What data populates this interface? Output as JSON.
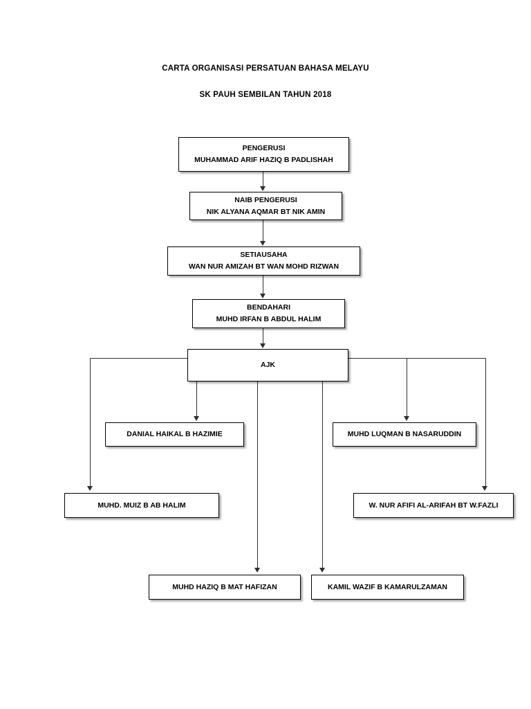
{
  "document": {
    "title_line_1": "CARTA ORGANISASI PERSATUAN BAHASA MELAYU",
    "title_line_2": "SK PAUH SEMBILAN TAHUN 2018"
  },
  "chart_data": {
    "type": "diagram",
    "title": "CARTA ORGANISASI PERSATUAN BAHASA MELAYU SK PAUH SEMBILAN TAHUN 2018",
    "orientation": "top-down",
    "nodes": [
      {
        "id": "pengerusi",
        "role": "PENGERUSI",
        "person": "MUHAMMAD ARIF HAZIQ B PADLISHAH"
      },
      {
        "id": "naib",
        "role": "NAIB PENGERUSI",
        "person": "NIK ALYANA AQMAR BT NIK AMIN"
      },
      {
        "id": "setiausaha",
        "role": "SETIAUSAHA",
        "person": "WAN NUR AMIZAH BT WAN MOHD RIZWAN"
      },
      {
        "id": "bendahari",
        "role": "BENDAHARI",
        "person": "MUHD IRFAN B ABDUL HALIM"
      },
      {
        "id": "ajk",
        "role": "AJK",
        "person": ""
      },
      {
        "id": "danial",
        "role": "",
        "person": "DANIAL HAIKAL B HAZIMIE"
      },
      {
        "id": "luqman",
        "role": "",
        "person": "MUHD LUQMAN B NASARUDDIN"
      },
      {
        "id": "muiz",
        "role": "",
        "person": "MUHD. MUIZ B AB HALIM"
      },
      {
        "id": "afifi",
        "role": "",
        "person": "W. NUR AFIFI AL-ARIFAH BT W.FAZLI"
      },
      {
        "id": "haziq",
        "role": "",
        "person": "MUHD HAZIQ B MAT HAFIZAN"
      },
      {
        "id": "kamil",
        "role": "",
        "person": "KAMIL WAZIF B KAMARULZAMAN"
      }
    ],
    "edges": [
      {
        "from": "pengerusi",
        "to": "naib"
      },
      {
        "from": "naib",
        "to": "setiausaha"
      },
      {
        "from": "setiausaha",
        "to": "bendahari"
      },
      {
        "from": "bendahari",
        "to": "ajk"
      },
      {
        "from": "ajk",
        "to": "danial"
      },
      {
        "from": "ajk",
        "to": "luqman"
      },
      {
        "from": "ajk",
        "to": "muiz"
      },
      {
        "from": "ajk",
        "to": "afifi"
      },
      {
        "from": "ajk",
        "to": "haziq"
      },
      {
        "from": "ajk",
        "to": "kamil"
      }
    ]
  }
}
